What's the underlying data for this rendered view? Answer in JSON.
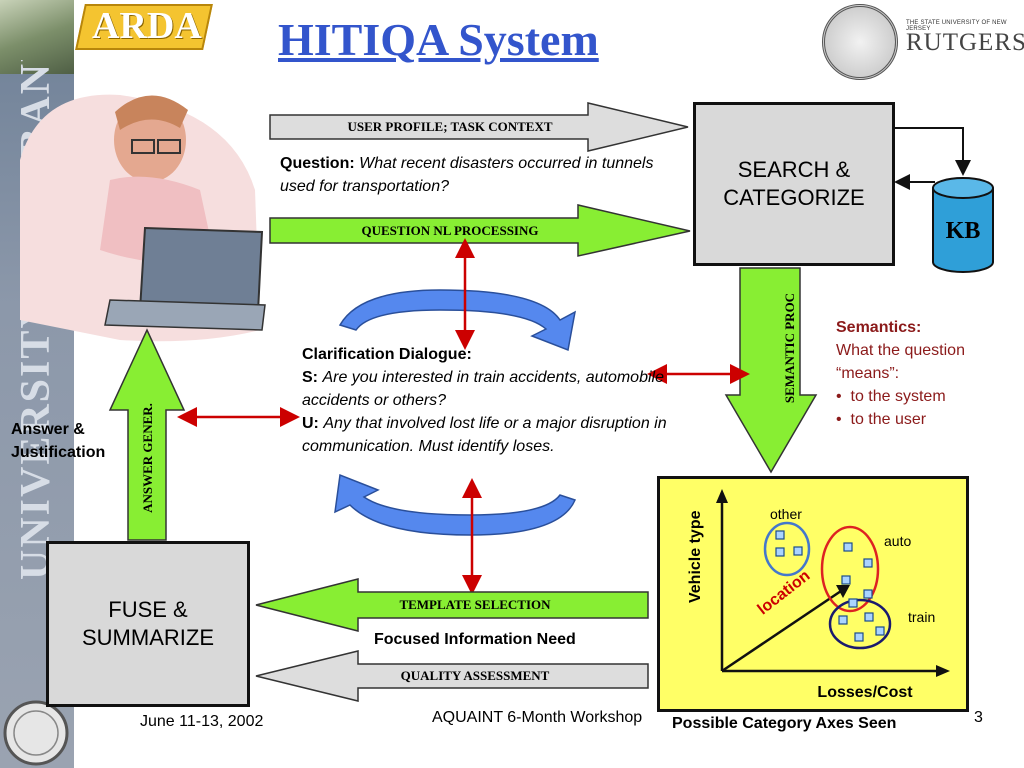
{
  "header": {
    "title": "HITIQA System",
    "arda_logo": "ARDA",
    "rutgers_small": "THE STATE UNIVERSITY OF NEW JERSEY",
    "rutgers": "RUTGERS"
  },
  "sidebar": {
    "text": "UNIVERSITY AT ALBANY State"
  },
  "boxes": {
    "search_categorize": "SEARCH & CATEGORIZE",
    "fuse_summarize": "FUSE & SUMMARIZE",
    "kb": "KB"
  },
  "arrows": {
    "user_profile": "USER PROFILE; TASK CONTEXT",
    "question_nl": "QUESTION NL PROCESSING",
    "semantic_proc": "SEMANTIC PROC",
    "answer_gener": "ANSWER GENER.",
    "template_selection": "TEMPLATE SELECTION",
    "quality_assessment": "QUALITY ASSESSMENT"
  },
  "question": {
    "label": "Question:",
    "text": "What recent disasters occurred in tunnels used for transportation?"
  },
  "dialogue": {
    "title": "Clarification Dialogue:",
    "s_label": "S:",
    "s_text": "Are you interested in train accidents, automobile accidents or others?",
    "u_label": "U:",
    "u_text": "Any that involved lost life or a major disruption in communication. Must identify loses."
  },
  "semantics": {
    "title": "Semantics:",
    "line1": "What the question",
    "line2": "“means”:",
    "bullets": [
      "to the system",
      "to the user"
    ]
  },
  "answer_label": "Answer & Justification",
  "focused_need": "Focused Information Need",
  "chart_data": {
    "type": "scatter",
    "ylabel": "Vehicle type",
    "xlabel": "Losses/Cost",
    "zlabel": "location",
    "title": "Possible Category Axes Seen",
    "clusters": [
      {
        "name": "other",
        "outline": "#4477cc",
        "point_count": 3
      },
      {
        "name": "auto",
        "outline": "#dd2222",
        "point_count": 4
      },
      {
        "name": "train",
        "outline": "#1a1a6e",
        "point_count": 5
      }
    ],
    "grid": false
  },
  "footer": {
    "date": "June 11-13, 2002",
    "event": "AQUAINT 6-Month Workshop",
    "page": "3"
  },
  "colors": {
    "title": "#3355cc",
    "green_arrow": "#88ee33",
    "gray_arrow": "#dddddd",
    "blue_arrow": "#5588ee",
    "red": "#cc0000",
    "semantics": "#8b1a1a",
    "chart_bg": "#ffff66",
    "kb": "#2f9fd8"
  }
}
